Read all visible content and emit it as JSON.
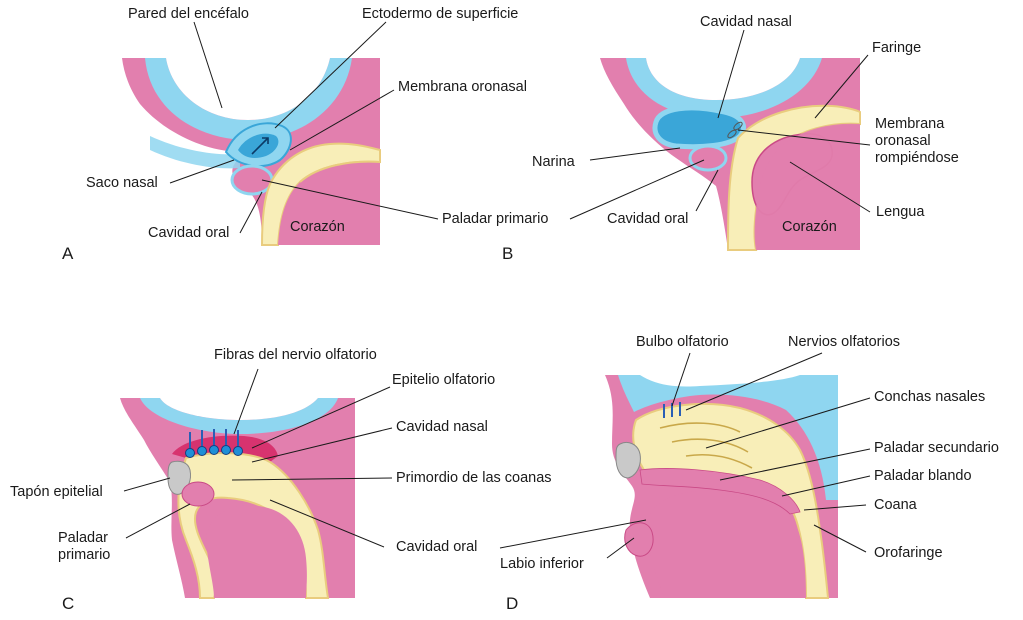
{
  "colors": {
    "tissue_pink": "#e27fae",
    "tissue_pink_dark": "#c94a86",
    "brain_blue": "#8fd6f0",
    "cavity_blue": "#3aa6d8",
    "mesenchyme_yellow": "#f8eeb8",
    "yellow_edge": "#e9cc7e",
    "olfactory_magenta": "#d7336f",
    "nerve_blue": "#2a5fb5",
    "plug_grey": "#c9c9c9",
    "line": "#1a1a1a"
  },
  "panels": {
    "A": {
      "letter": "A",
      "labels": {
        "pared_encefalo": "Pared del encéfalo",
        "ectodermo": "Ectodermo de superficie",
        "membrana_oronasal": "Membrana oronasal",
        "saco_nasal": "Saco nasal",
        "cavidad_oral": "Cavidad oral",
        "corazon": "Corazón",
        "paladar_primario": "Paladar primario"
      }
    },
    "B": {
      "letter": "B",
      "labels": {
        "cavidad_nasal": "Cavidad nasal",
        "faringe": "Faringe",
        "membrana_rompiendose": "Membrana\noronasal\nrompiéndose",
        "narina": "Narina",
        "cavidad_oral": "Cavidad oral",
        "lengua": "Lengua",
        "corazon": "Corazón"
      }
    },
    "C": {
      "letter": "C",
      "labels": {
        "fibras_nervio": "Fibras del nervio olfatorio",
        "epitelio": "Epitelio olfatorio",
        "cavidad_nasal": "Cavidad nasal",
        "primordio_coanas": "Primordio de las coanas",
        "tapon_epitelial": "Tapón epitelial",
        "paladar_primario": "Paladar\nprimario",
        "cavidad_oral": "Cavidad oral"
      }
    },
    "D": {
      "letter": "D",
      "labels": {
        "bulbo": "Bulbo olfatorio",
        "nervios": "Nervios olfatorios",
        "conchas": "Conchas nasales",
        "paladar_secundario": "Paladar secundario",
        "paladar_blando": "Paladar blando",
        "coana": "Coana",
        "labio_inferior": "Labio inferior",
        "orofaringe": "Orofaringe"
      }
    }
  }
}
